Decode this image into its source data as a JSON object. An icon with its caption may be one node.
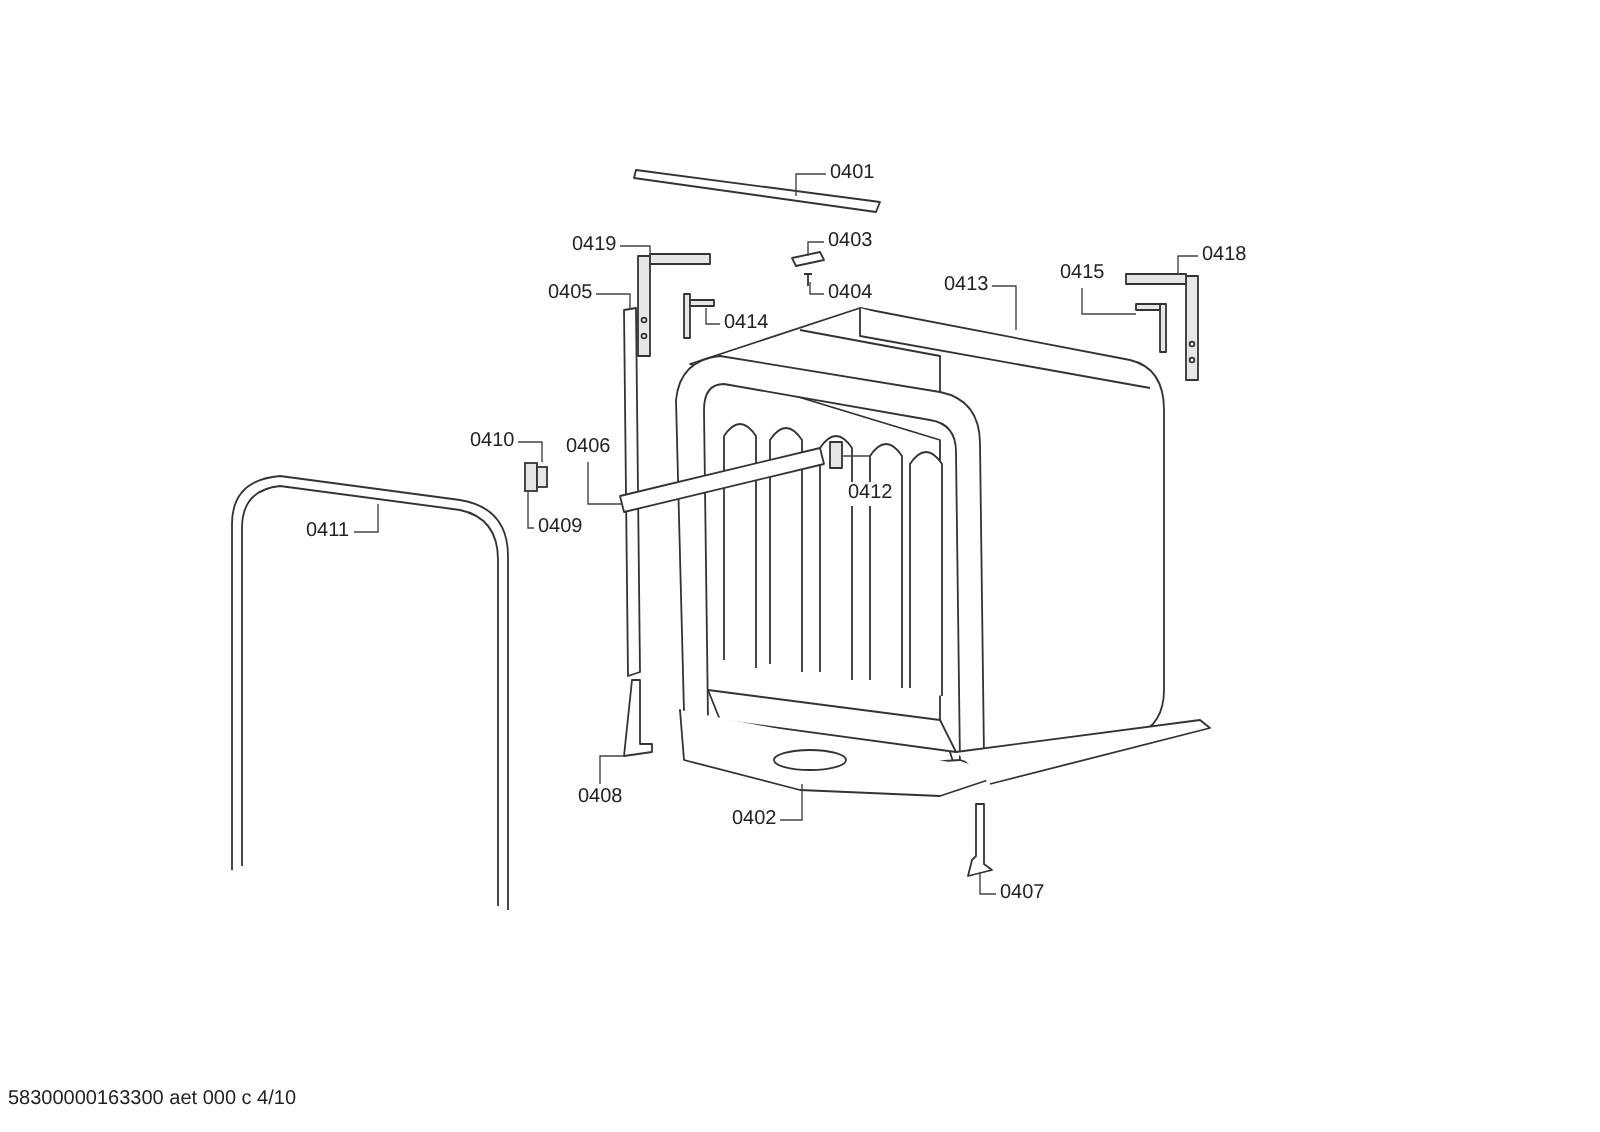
{
  "diagram": {
    "nodes": [
      {
        "text": [
          "0401"
        ]
      },
      {
        "text": [
          "0419"
        ]
      },
      {
        "text": [
          "0403"
        ]
      },
      {
        "text": [
          "0418"
        ]
      },
      {
        "text": [
          "0405"
        ]
      },
      {
        "text": [
          "0404"
        ]
      },
      {
        "text": [
          "0413"
        ]
      },
      {
        "text": [
          "0415"
        ]
      },
      {
        "text": [
          "0414"
        ]
      },
      {
        "text": [
          "0410"
        ]
      },
      {
        "text": [
          "0406"
        ]
      },
      {
        "text": [
          "0412"
        ]
      },
      {
        "text": [
          "0409"
        ]
      },
      {
        "text": [
          "0411"
        ]
      },
      {
        "text": [
          "0408"
        ]
      },
      {
        "text": [
          "0402"
        ]
      },
      {
        "text": [
          "0407"
        ]
      },
      {
        "text": [],
        "shape": "box"
      }
    ],
    "edges": [
      {
        "from": 0,
        "to": null,
        "arrow": "none"
      },
      {
        "from": 1,
        "to": null,
        "arrow": "none"
      },
      {
        "from": 2,
        "to": null,
        "arrow": "none"
      },
      {
        "from": 3,
        "to": null,
        "arrow": "none"
      },
      {
        "from": 4,
        "to": null,
        "arrow": "none"
      },
      {
        "from": 5,
        "to": null,
        "arrow": "none"
      },
      {
        "from": 6,
        "to": null,
        "arrow": "none"
      },
      {
        "from": 7,
        "to": null,
        "arrow": "none"
      },
      {
        "from": 8,
        "to": null,
        "arrow": "none"
      },
      {
        "from": 9,
        "to": 17,
        "arrow": "none"
      },
      {
        "from": 10,
        "to": null,
        "arrow": "none"
      },
      {
        "from": 11,
        "to": null,
        "arrow": "none"
      },
      {
        "from": 12,
        "to": 17,
        "arrow": "none"
      },
      {
        "from": 13,
        "to": null,
        "arrow": "none"
      },
      {
        "from": 14,
        "to": null,
        "arrow": "none"
      },
      {
        "from": 15,
        "to": null,
        "arrow": "none"
      },
      {
        "from": 16,
        "to": null,
        "arrow": "none"
      }
    ],
    "labels": [
      "58300000163300 aet 000 c 4/10"
    ]
  }
}
